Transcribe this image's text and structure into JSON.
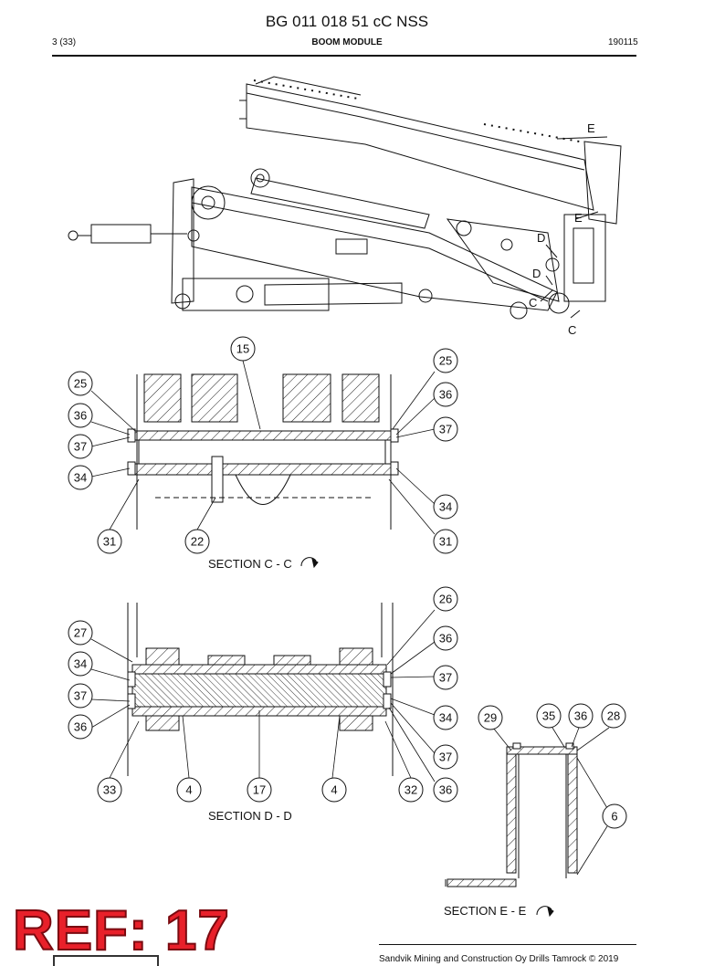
{
  "header": {
    "doc_number": "BG 011 018 51 cC NSS",
    "page": "3 (33)",
    "module": "BOOM MODULE",
    "date_code": "190115"
  },
  "view_letters": [
    "E",
    "E",
    "D",
    "D",
    "C",
    "C"
  ],
  "section_cc": {
    "label": "SECTION C - C",
    "callouts": [
      "15",
      "25",
      "25",
      "36",
      "36",
      "37",
      "37",
      "34",
      "34",
      "31",
      "22",
      "31"
    ]
  },
  "section_dd": {
    "label": "SECTION D - D",
    "callouts": [
      "26",
      "27",
      "36",
      "34",
      "37",
      "37",
      "34",
      "36",
      "37",
      "33",
      "4",
      "17",
      "4",
      "32",
      "36"
    ]
  },
  "section_ee": {
    "label": "SECTION E - E",
    "callouts": [
      "29",
      "35",
      "36",
      "28",
      "6"
    ]
  },
  "stamp": {
    "text": "REF: 17"
  },
  "footer": {
    "copyright": "Sandvik Mining and Construction Oy Drills Tamrock © 2019"
  },
  "colors": {
    "ink": "#111111",
    "stamp_red": "#e8202a",
    "stamp_outline": "#7a0a10"
  }
}
